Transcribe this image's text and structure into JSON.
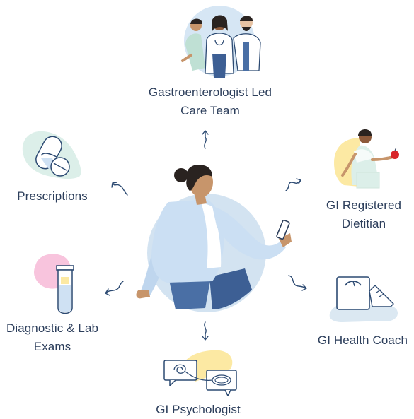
{
  "colors": {
    "text": "#2c3e5b",
    "outline": "#2c4a72",
    "light_blue": "#cfe1f3",
    "pale_blue": "#dbe8f2",
    "mint": "#dcefe9",
    "yellow": "#fce9a3",
    "pink": "#f8c4dd",
    "jeans": "#4a6fa5",
    "skin": "#c7956b",
    "hair": "#2a2320",
    "red_apple": "#d8262a"
  },
  "center": {
    "icon": "woman-with-phone-illustration"
  },
  "nodes": {
    "care_team": {
      "line1": "Gastroenterologist Led",
      "line2": "Care Team",
      "icon": "doctors-team-icon"
    },
    "dietitian": {
      "line1": "GI Registered",
      "line2": "Dietitian",
      "icon": "dietitian-with-apple-icon"
    },
    "health_coach": {
      "line1": "GI Health Coach",
      "icon": "scale-and-sneaker-icon"
    },
    "psychologist": {
      "line1": "GI Psychologist",
      "icon": "speech-bubbles-icon"
    },
    "lab_exams": {
      "line1": "Diagnostic & Lab",
      "line2": "Exams",
      "icon": "test-tube-icon"
    },
    "prescriptions": {
      "line1": "Prescriptions",
      "icon": "pills-icon"
    }
  }
}
